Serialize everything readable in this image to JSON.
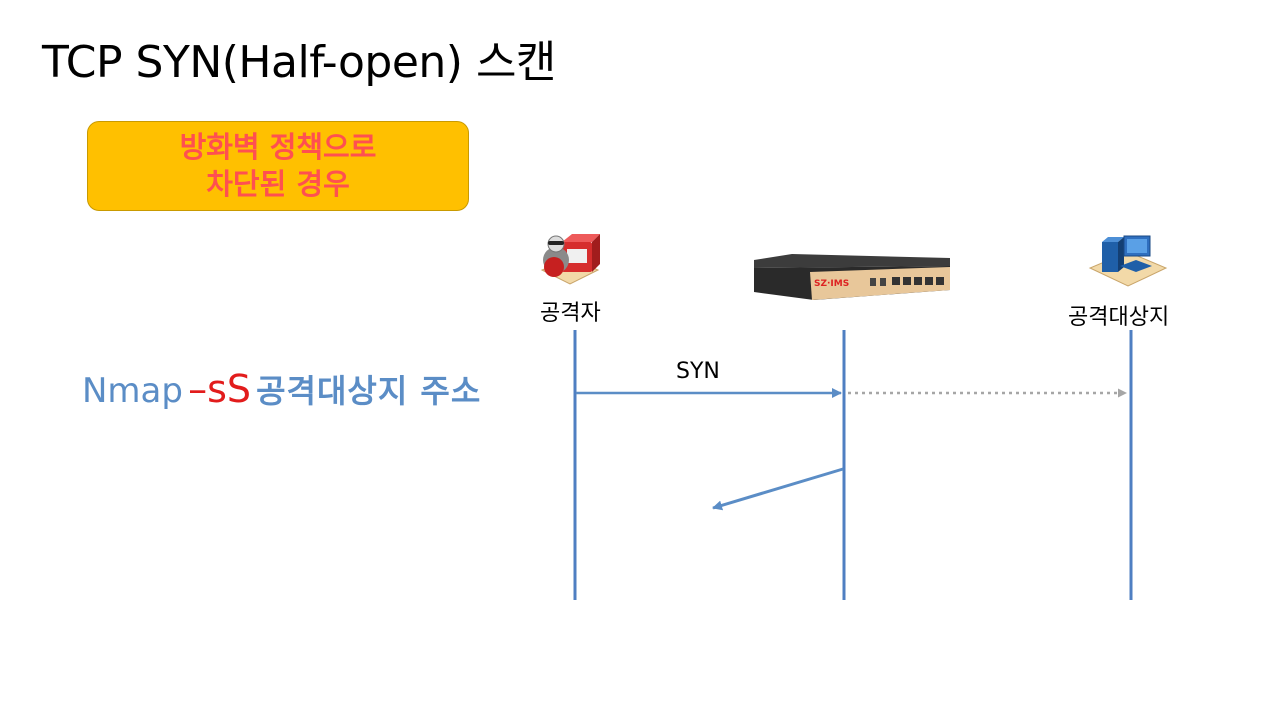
{
  "title": "TCP SYN(Half-open) 스캔",
  "callout": {
    "line1": "방화벽 정책으로",
    "line2": "차단된 경우",
    "bg_color": "#ffc000",
    "text_color": "#ff5050"
  },
  "nodes": {
    "attacker": {
      "label": "공격자",
      "icon": "attacker-icon"
    },
    "firewall": {
      "label": "",
      "icon": "firewall-appliance-icon",
      "brand": "SZ·IMS"
    },
    "target": {
      "label": "공격대상지",
      "icon": "target-computer-icon"
    }
  },
  "command": {
    "tool": "Nmap",
    "flag": "–sS",
    "target": "공격대상지 주소",
    "tool_color": "#5b8dc6",
    "flag_color": "#e21c1c"
  },
  "messages": [
    {
      "label": "SYN",
      "from": "attacker",
      "to": "firewall",
      "style": "solid"
    },
    {
      "label": "",
      "from": "firewall",
      "to": "target",
      "style": "dotted"
    },
    {
      "label": "",
      "from": "firewall",
      "to": "attacker",
      "style": "solid",
      "note": "response-partial"
    }
  ],
  "colors": {
    "lifeline": "#4f7fc2",
    "arrow": "#5b8dc6",
    "dotted": "#a6a6a6"
  }
}
